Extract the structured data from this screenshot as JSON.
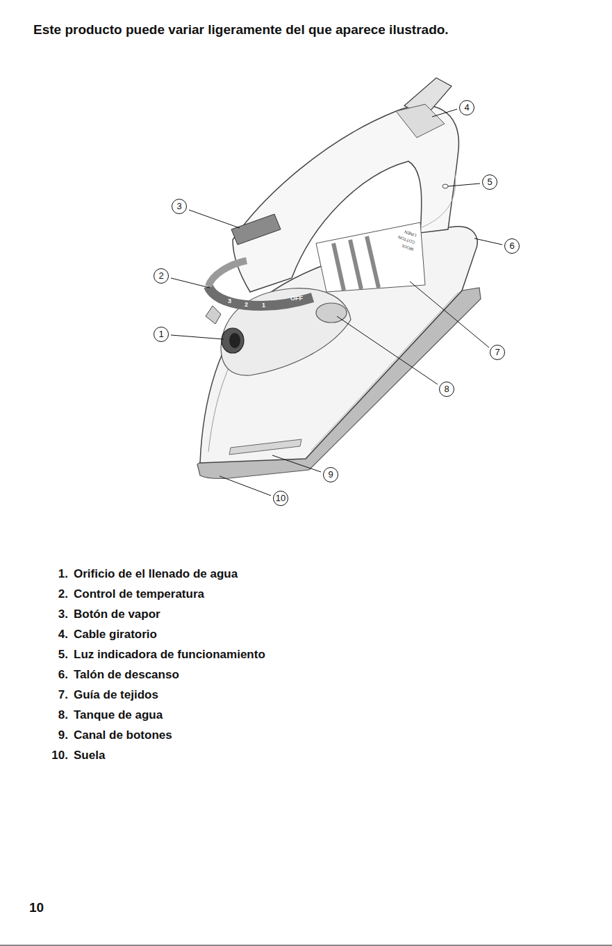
{
  "diagram": {
    "title": "Este producto puede variar ligeramente del que aparece ilustrado.",
    "labels": [
      "1",
      "2",
      "3",
      "4",
      "5",
      "6",
      "7",
      "8",
      "9",
      "10",
      "OFF",
      "1",
      "2",
      "3",
      "LINEN",
      "COTTON",
      "WOOL",
      "1.",
      "Orificio de el llenado de agua",
      "2.",
      "Control de temperatura",
      "3.",
      "Botón de vapor",
      "4.",
      "Cable giratorio",
      "5.",
      "Luz indicadora de funcionamiento",
      "6.",
      "Talón de descanso",
      "7.",
      "Guía de tejidos",
      "8.",
      "Tanque de agua",
      "9.",
      "Canal de botones",
      "10.",
      "Suela",
      "10"
    ]
  }
}
